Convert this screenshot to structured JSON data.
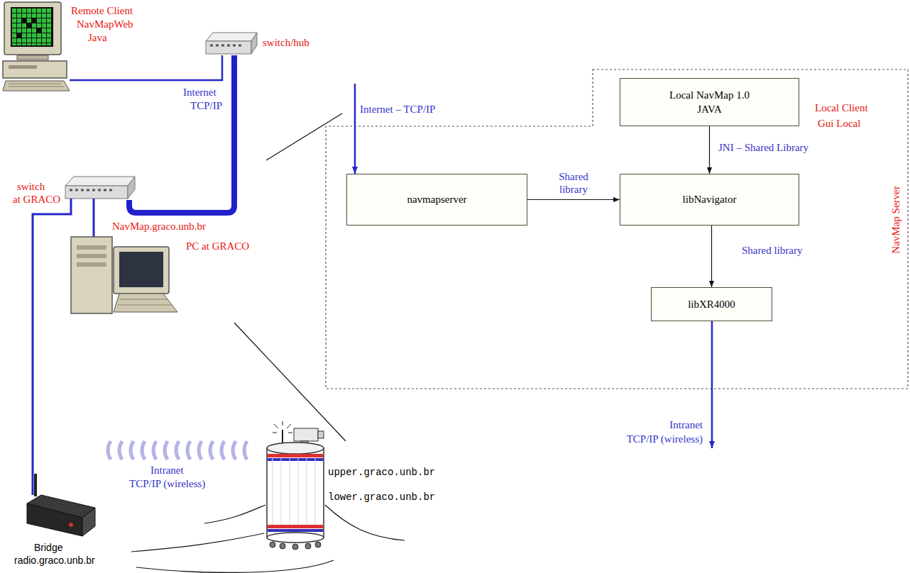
{
  "diagram": {
    "nodes": [
      {
        "text": [
          "NavMap Server"
        ]
      },
      {
        "text": [
          "Local NavMap 1.0 JAVA"
        ],
        "in": 0
      },
      {
        "text": [
          "navmapserver"
        ],
        "in": 0
      },
      {
        "text": [
          "libNavigator"
        ],
        "in": 0
      },
      {
        "text": [
          "libXR4000"
        ],
        "in": 0
      }
    ],
    "edges": [
      {
        "from": 1,
        "to": 3,
        "arrow": "to",
        "label": "JNI – Shared Library"
      },
      {
        "from": 2,
        "to": 3,
        "arrow": "to",
        "label": "Shared library"
      },
      {
        "from": 3,
        "to": 4,
        "arrow": "to",
        "label": "Shared library"
      }
    ],
    "labels": [
      "Remote Client",
      "NavMapWeb",
      "Java",
      "switch/hub",
      "Internet",
      "TCP/IP",
      "switch",
      "at GRACO",
      "NavMap.graco.unb.br",
      "PC at GRACO",
      "Intranet",
      "TCP/IP (wireless)",
      "Bridge",
      "radio.graco.unb.br",
      "upper.graco.unb.br",
      "lower.graco.unb.br",
      "Internet – TCP/IP",
      "Local Client",
      "Gui Local",
      "Intranet",
      "TCP/IP (wireless)"
    ]
  }
}
